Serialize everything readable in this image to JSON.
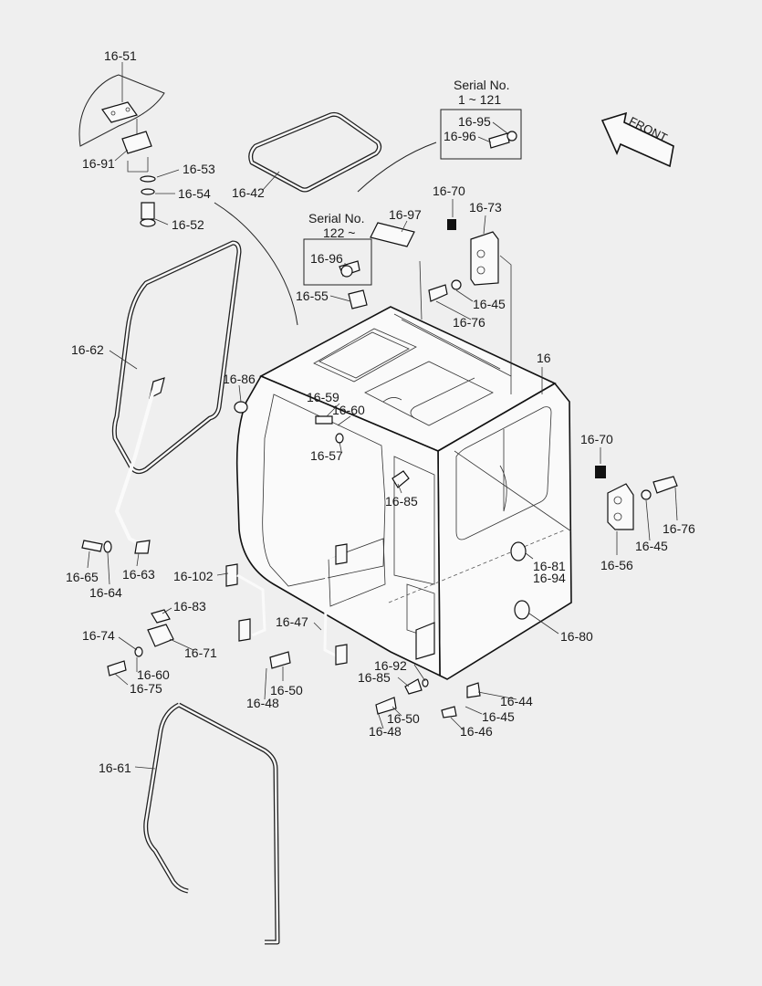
{
  "front_arrow": {
    "label": "FRONT"
  },
  "serial_boxes": [
    {
      "line1": "Serial No.",
      "line2": "1 ~ 121"
    },
    {
      "line1": "Serial No.",
      "line2": "122 ~"
    }
  ],
  "callouts": [
    "16-51",
    "16-91",
    "16-53",
    "16-54",
    "16-52",
    "16-42",
    "16-95",
    "16-96",
    "16-96",
    "16-97",
    "16-70",
    "16-73",
    "16-55",
    "16-45",
    "16-76",
    "16-62",
    "16-86",
    "16-59",
    "16-60",
    "16-57",
    "16-85",
    "16",
    "16-70",
    "16-76",
    "16-45",
    "16-56",
    "16-65",
    "16-64",
    "16-63",
    "16-102",
    "16-81",
    "16-94",
    "16-83",
    "16-74",
    "16-71",
    "16-47",
    "16-80",
    "16-60",
    "16-75",
    "16-50",
    "16-48",
    "16-92",
    "16-85",
    "16-44",
    "16-45",
    "16-50",
    "16-48",
    "16-46",
    "16-61"
  ]
}
